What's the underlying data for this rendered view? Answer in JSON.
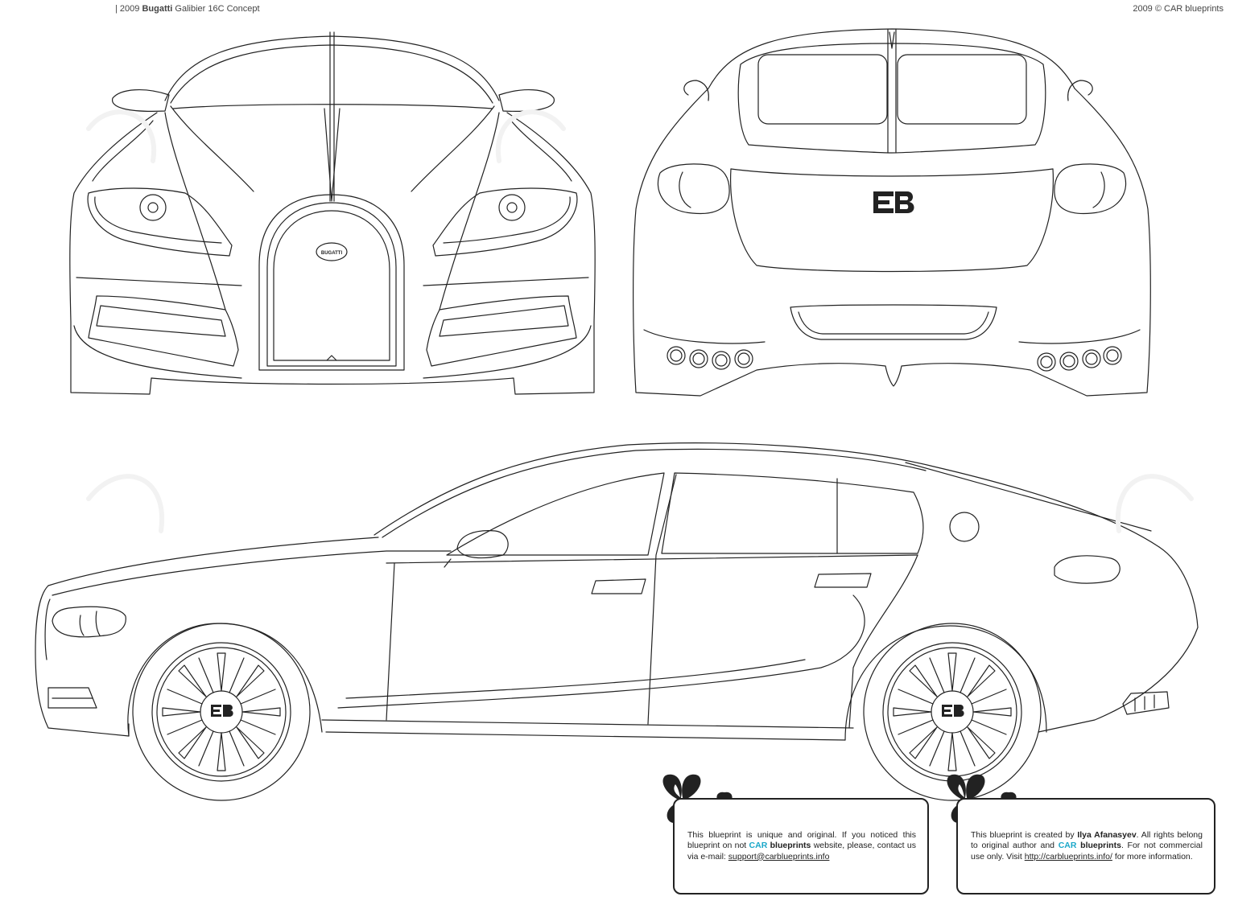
{
  "header": {
    "left_prefix": "| 2009",
    "left_brand": "Bugatti",
    "left_model": "Galibier 16C Concept",
    "right": "2009 © CAR blueprints"
  },
  "notes": [
    {
      "t1": "This blueprint is unique and original. If you noticed this blueprint on not",
      "brand_a": "CAR",
      "brand_b": "blueprints",
      "t2": "website, please, contact us via e-mail:",
      "link": "support@carblueprints.info"
    },
    {
      "t1": "This blueprint is created by",
      "author": "Ilya Afanasyev",
      "t2": ". All rights belong to original author and",
      "brand_a": "CAR",
      "brand_b": "blueprints",
      "t3": ". For not commercial use only. Visit",
      "link": "http://carblueprints.info/",
      "t4": "for more information."
    }
  ],
  "badges": {
    "grille": "BUGATTI"
  },
  "colors": {
    "accent": "#1aa7c9",
    "line": "#222222",
    "background": "#ffffff"
  },
  "icons": [
    "bugatti-eb-logo",
    "butterfly-ornament",
    "clover-ornament"
  ]
}
